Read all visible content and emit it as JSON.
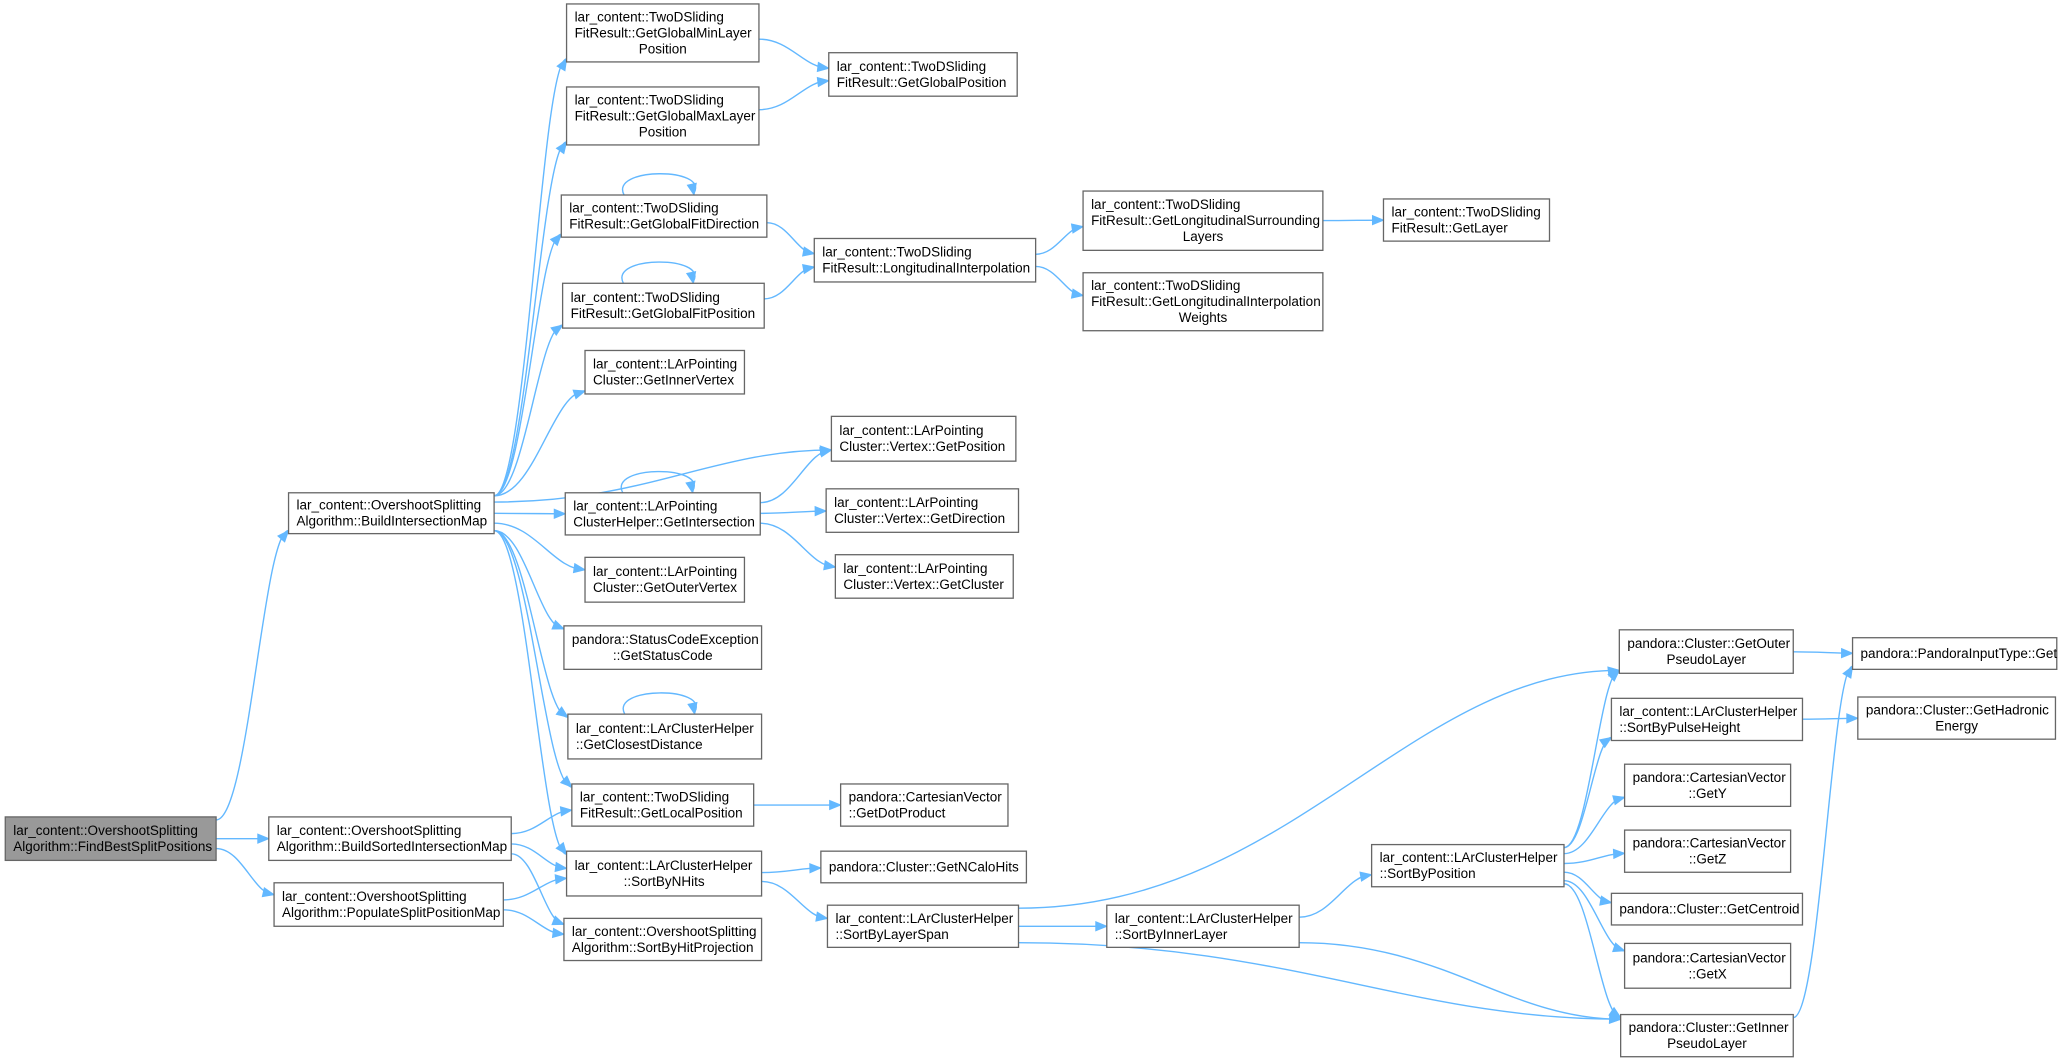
{
  "colors": {
    "edge": "#63b8ff",
    "node_border": "#666666",
    "root_fill": "#999999",
    "background": "#ffffff"
  },
  "nodes": [
    {
      "id": "root",
      "lines": [
        "lar_content::OvershootSplitting",
        "Algorithm::FindBestSplitPositions"
      ],
      "root": true
    },
    {
      "id": "bim",
      "lines": [
        "lar_content::OvershootSplitting",
        "Algorithm::BuildIntersectionMap"
      ]
    },
    {
      "id": "bsim",
      "lines": [
        "lar_content::OvershootSplitting",
        "Algorithm::BuildSortedIntersectionMap"
      ]
    },
    {
      "id": "pspm",
      "lines": [
        "lar_content::OvershootSplitting",
        "Algorithm::PopulateSplitPositionMap"
      ]
    },
    {
      "id": "gminl",
      "lines": [
        "lar_content::TwoDSliding",
        "FitResult::GetGlobalMinLayer",
        "Position"
      ]
    },
    {
      "id": "gmaxl",
      "lines": [
        "lar_content::TwoDSliding",
        "FitResult::GetGlobalMaxLayer",
        "Position"
      ]
    },
    {
      "id": "gpos",
      "lines": [
        "lar_content::TwoDSliding",
        "FitResult::GetGlobalPosition"
      ]
    },
    {
      "id": "gfd",
      "lines": [
        "lar_content::TwoDSliding",
        "FitResult::GetGlobalFitDirection"
      ]
    },
    {
      "id": "gfp",
      "lines": [
        "lar_content::TwoDSliding",
        "FitResult::GetGlobalFitPosition"
      ]
    },
    {
      "id": "li",
      "lines": [
        "lar_content::TwoDSliding",
        "FitResult::LongitudinalInterpolation"
      ]
    },
    {
      "id": "glsl",
      "lines": [
        "lar_content::TwoDSliding",
        "FitResult::GetLongitudinalSurrounding",
        "Layers"
      ]
    },
    {
      "id": "gliw",
      "lines": [
        "lar_content::TwoDSliding",
        "FitResult::GetLongitudinalInterpolation",
        "Weights"
      ]
    },
    {
      "id": "glayer",
      "lines": [
        "lar_content::TwoDSliding",
        "FitResult::GetLayer"
      ]
    },
    {
      "id": "giv",
      "lines": [
        "lar_content::LArPointing",
        "Cluster::GetInnerVertex"
      ]
    },
    {
      "id": "vgp",
      "lines": [
        "lar_content::LArPointing",
        "Cluster::Vertex::GetPosition"
      ]
    },
    {
      "id": "gint",
      "lines": [
        "lar_content::LArPointing",
        "ClusterHelper::GetIntersection"
      ]
    },
    {
      "id": "vgd",
      "lines": [
        "lar_content::LArPointing",
        "Cluster::Vertex::GetDirection"
      ]
    },
    {
      "id": "vgc",
      "lines": [
        "lar_content::LArPointing",
        "Cluster::Vertex::GetCluster"
      ]
    },
    {
      "id": "gov",
      "lines": [
        "lar_content::LArPointing",
        "Cluster::GetOuterVertex"
      ]
    },
    {
      "id": "gsc",
      "lines": [
        "pandora::StatusCodeException",
        "::GetStatusCode"
      ]
    },
    {
      "id": "gcd",
      "lines": [
        "lar_content::LArClusterHelper",
        "::GetClosestDistance"
      ]
    },
    {
      "id": "glp",
      "lines": [
        "lar_content::TwoDSliding",
        "FitResult::GetLocalPosition"
      ]
    },
    {
      "id": "gdot",
      "lines": [
        "pandora::CartesianVector",
        "::GetDotProduct"
      ]
    },
    {
      "id": "sbnh",
      "lines": [
        "lar_content::LArClusterHelper",
        "::SortByNHits"
      ]
    },
    {
      "id": "gnch",
      "lines": [
        "pandora::Cluster::GetNCaloHits"
      ]
    },
    {
      "id": "sbhp",
      "lines": [
        "lar_content::OvershootSplitting",
        "Algorithm::SortByHitProjection"
      ]
    },
    {
      "id": "sbls",
      "lines": [
        "lar_content::LArClusterHelper",
        "::SortByLayerSpan"
      ]
    },
    {
      "id": "sbil",
      "lines": [
        "lar_content::LArClusterHelper",
        "::SortByInnerLayer"
      ]
    },
    {
      "id": "sbp",
      "lines": [
        "lar_content::LArClusterHelper",
        "::SortByPosition"
      ]
    },
    {
      "id": "gopl",
      "lines": [
        "pandora::Cluster::GetOuter",
        "PseudoLayer"
      ]
    },
    {
      "id": "sbph",
      "lines": [
        "lar_content::LArClusterHelper",
        "::SortByPulseHeight"
      ]
    },
    {
      "id": "cvy",
      "lines": [
        "pandora::CartesianVector",
        "::GetY"
      ]
    },
    {
      "id": "cvz",
      "lines": [
        "pandora::CartesianVector",
        "::GetZ"
      ]
    },
    {
      "id": "gcen",
      "lines": [
        "pandora::Cluster::GetCentroid"
      ]
    },
    {
      "id": "cvx",
      "lines": [
        "pandora::CartesianVector",
        "::GetX"
      ]
    },
    {
      "id": "gipl",
      "lines": [
        "pandora::Cluster::GetInner",
        "PseudoLayer"
      ]
    },
    {
      "id": "pit",
      "lines": [
        "pandora::PandoraInputType::Get"
      ]
    },
    {
      "id": "ghe",
      "lines": [
        "pandora::Cluster::GetHadronic",
        "Energy"
      ]
    }
  ],
  "edges": [
    [
      "root",
      "bim"
    ],
    [
      "root",
      "bsim"
    ],
    [
      "root",
      "pspm"
    ],
    [
      "bim",
      "gminl"
    ],
    [
      "bim",
      "gmaxl"
    ],
    [
      "bim",
      "gfd"
    ],
    [
      "bim",
      "gfp"
    ],
    [
      "bim",
      "giv"
    ],
    [
      "bim",
      "vgp"
    ],
    [
      "bim",
      "gint"
    ],
    [
      "bim",
      "gov"
    ],
    [
      "bim",
      "gsc"
    ],
    [
      "bim",
      "gcd"
    ],
    [
      "bim",
      "glp"
    ],
    [
      "bim",
      "sbnh"
    ],
    [
      "bsim",
      "glp"
    ],
    [
      "bsim",
      "sbnh"
    ],
    [
      "bsim",
      "sbhp"
    ],
    [
      "pspm",
      "sbnh"
    ],
    [
      "pspm",
      "sbhp"
    ],
    [
      "gminl",
      "gpos"
    ],
    [
      "gmaxl",
      "gpos"
    ],
    [
      "gfd",
      "gfd"
    ],
    [
      "gfd",
      "li"
    ],
    [
      "gfp",
      "gfp"
    ],
    [
      "gfp",
      "li"
    ],
    [
      "li",
      "glsl"
    ],
    [
      "li",
      "gliw"
    ],
    [
      "glsl",
      "glayer"
    ],
    [
      "gint",
      "gint"
    ],
    [
      "gint",
      "vgp"
    ],
    [
      "gint",
      "vgd"
    ],
    [
      "gint",
      "vgc"
    ],
    [
      "gcd",
      "gcd"
    ],
    [
      "glp",
      "gdot"
    ],
    [
      "sbnh",
      "gnch"
    ],
    [
      "sbnh",
      "sbls"
    ],
    [
      "sbls",
      "gopl"
    ],
    [
      "sbls",
      "sbil"
    ],
    [
      "sbls",
      "gipl"
    ],
    [
      "sbil",
      "sbp"
    ],
    [
      "sbil",
      "gipl"
    ],
    [
      "sbp",
      "gopl"
    ],
    [
      "sbp",
      "sbph"
    ],
    [
      "sbp",
      "cvy"
    ],
    [
      "sbp",
      "cvz"
    ],
    [
      "sbp",
      "gcen"
    ],
    [
      "sbp",
      "cvx"
    ],
    [
      "sbp",
      "gipl"
    ],
    [
      "gopl",
      "pit"
    ],
    [
      "sbph",
      "ghe"
    ],
    [
      "gipl",
      "pit"
    ]
  ]
}
